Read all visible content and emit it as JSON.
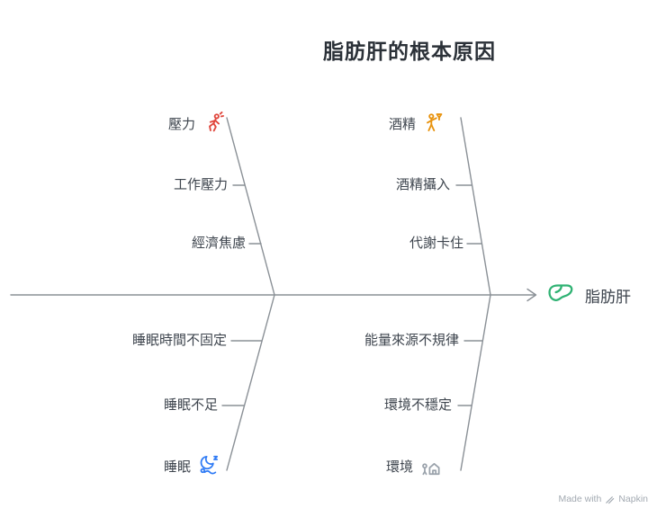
{
  "title": "脂肪肝的根本原因",
  "effect": {
    "label": "脂肪肝",
    "icon": "liver-icon",
    "color": "#2fb273"
  },
  "branches": {
    "top_left": {
      "head": "壓力",
      "icon": "stress-icon",
      "head_color": "#e0473d",
      "items": [
        "工作壓力",
        "經濟焦慮"
      ]
    },
    "top_right": {
      "head": "酒精",
      "icon": "alcohol-icon",
      "head_color": "#e8930f",
      "items": [
        "酒精攝入",
        "代謝卡住"
      ]
    },
    "bottom_left": {
      "head": "睡眠",
      "icon": "sleep-icon",
      "head_color": "#2f7bf5",
      "items": [
        "睡眠時間不固定",
        "睡眠不足"
      ]
    },
    "bottom_right": {
      "head": "環境",
      "icon": "environment-icon",
      "head_color": "#9aa2ab",
      "items": [
        "能量來源不規律",
        "環境不穩定"
      ]
    }
  },
  "colors": {
    "line": "#8a9096",
    "text": "#3e454e",
    "title": "#2b3138"
  },
  "watermark": {
    "prefix": "Made with",
    "brand": "Napkin"
  }
}
